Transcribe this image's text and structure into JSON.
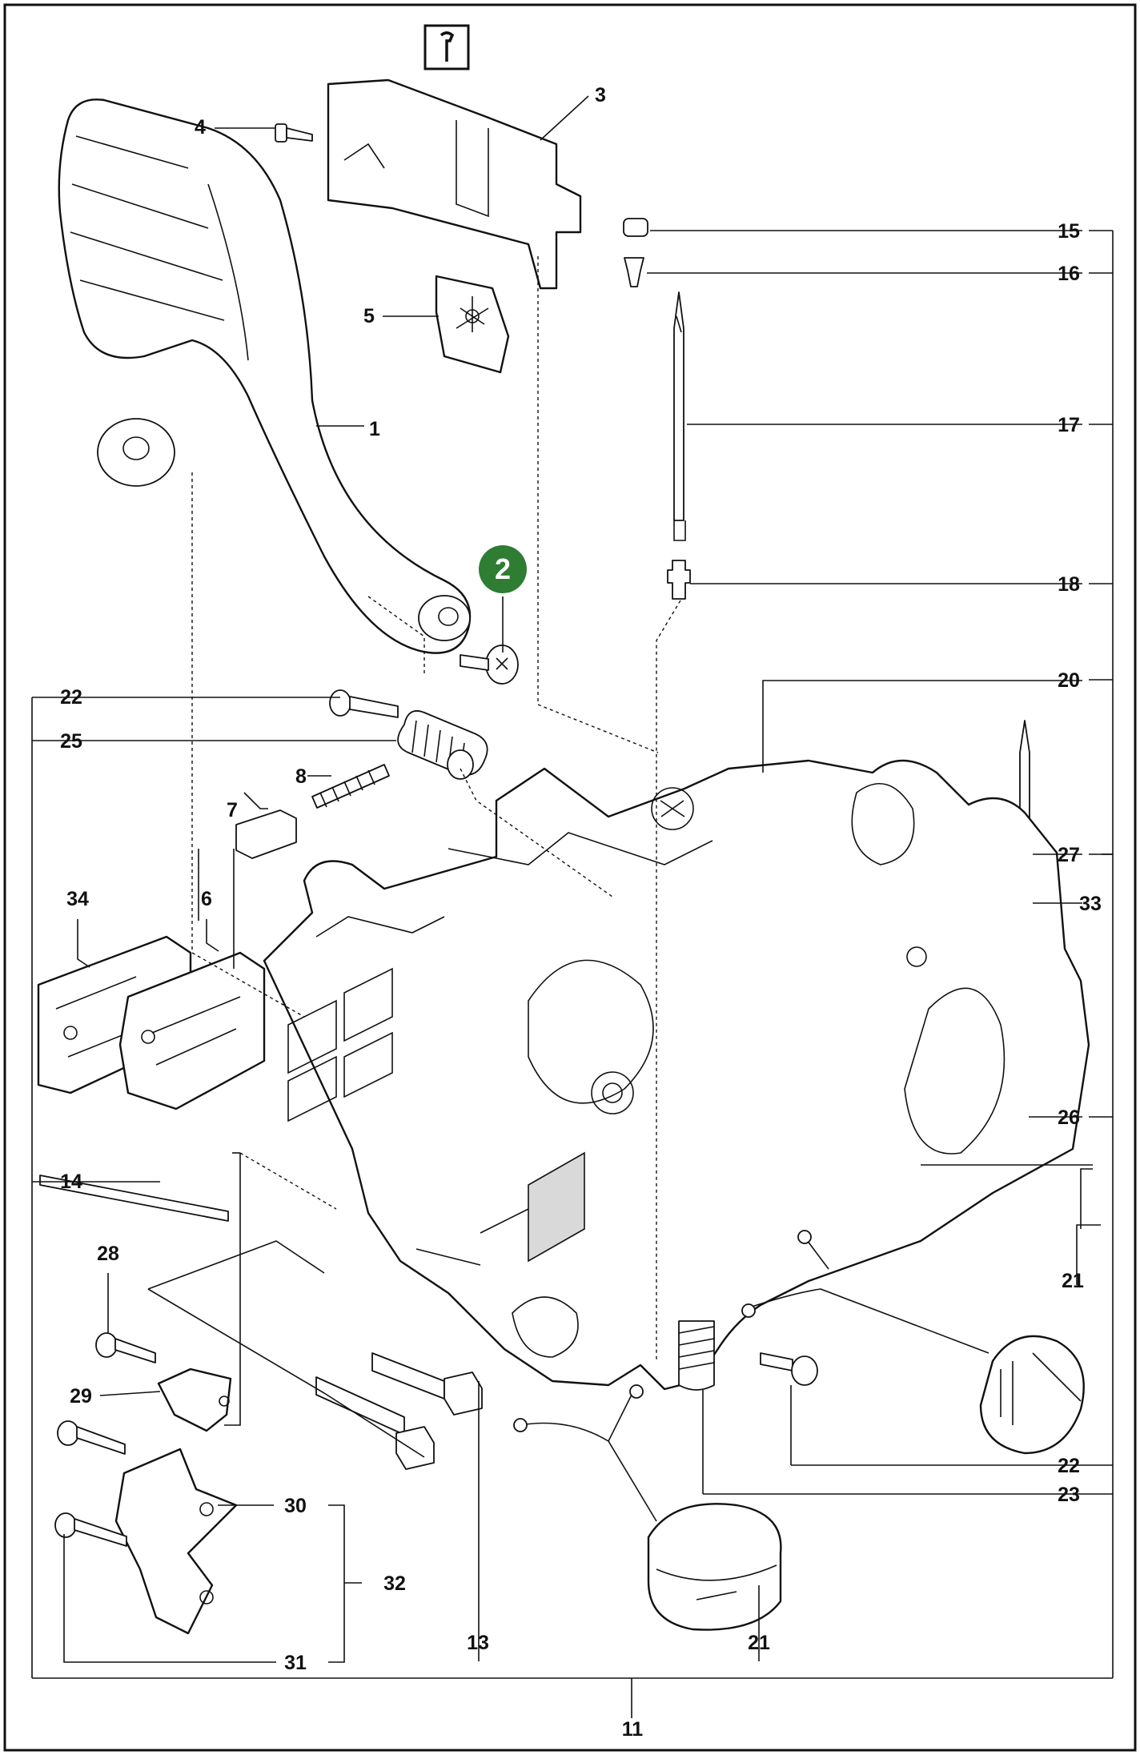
{
  "header": {
    "tool_icon": "wrench-icon"
  },
  "badge": {
    "label": "2",
    "color": "#2e7d32"
  },
  "callouts": [
    "1",
    "3",
    "4",
    "5",
    "6",
    "7",
    "8",
    "11",
    "13",
    "14",
    "15",
    "16",
    "17",
    "18",
    "20",
    "21",
    "21",
    "22",
    "22",
    "23",
    "25",
    "26",
    "27",
    "28",
    "29",
    "30",
    "31",
    "32",
    "33",
    "34"
  ],
  "colors": {
    "line": "#111111",
    "frame": "#111111",
    "badge": "#2e7d32"
  }
}
